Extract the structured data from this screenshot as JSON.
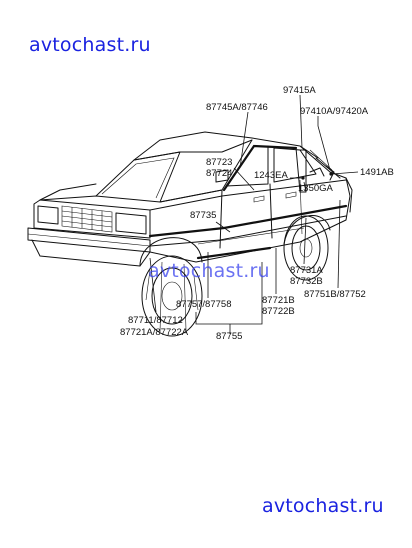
{
  "watermarks": {
    "top": "avtochast.ru",
    "middle": "avtochast.ru",
    "bottom": "avtochast.ru"
  },
  "parts": {
    "p97415A": "97415A",
    "p87745A_87746": "87745A/87746",
    "p97410A_97420A": "97410A/97420A",
    "p87723": "87723",
    "p87724": "87724",
    "p1243EA": "1243EA",
    "p1491AB": "1491AB",
    "p1350GA": "1350GA",
    "p87735": "87735",
    "p87731A": "87731A",
    "p87732B": "87732B",
    "p87757_87758": "87757/87758",
    "p87721B": "87721B",
    "p87722B": "87722B",
    "p87751B_87752": "87751B/87752",
    "p87711_87712": "87711/87712",
    "p87721A_87722A": "87721A/87722A",
    "p87755": "87755"
  }
}
